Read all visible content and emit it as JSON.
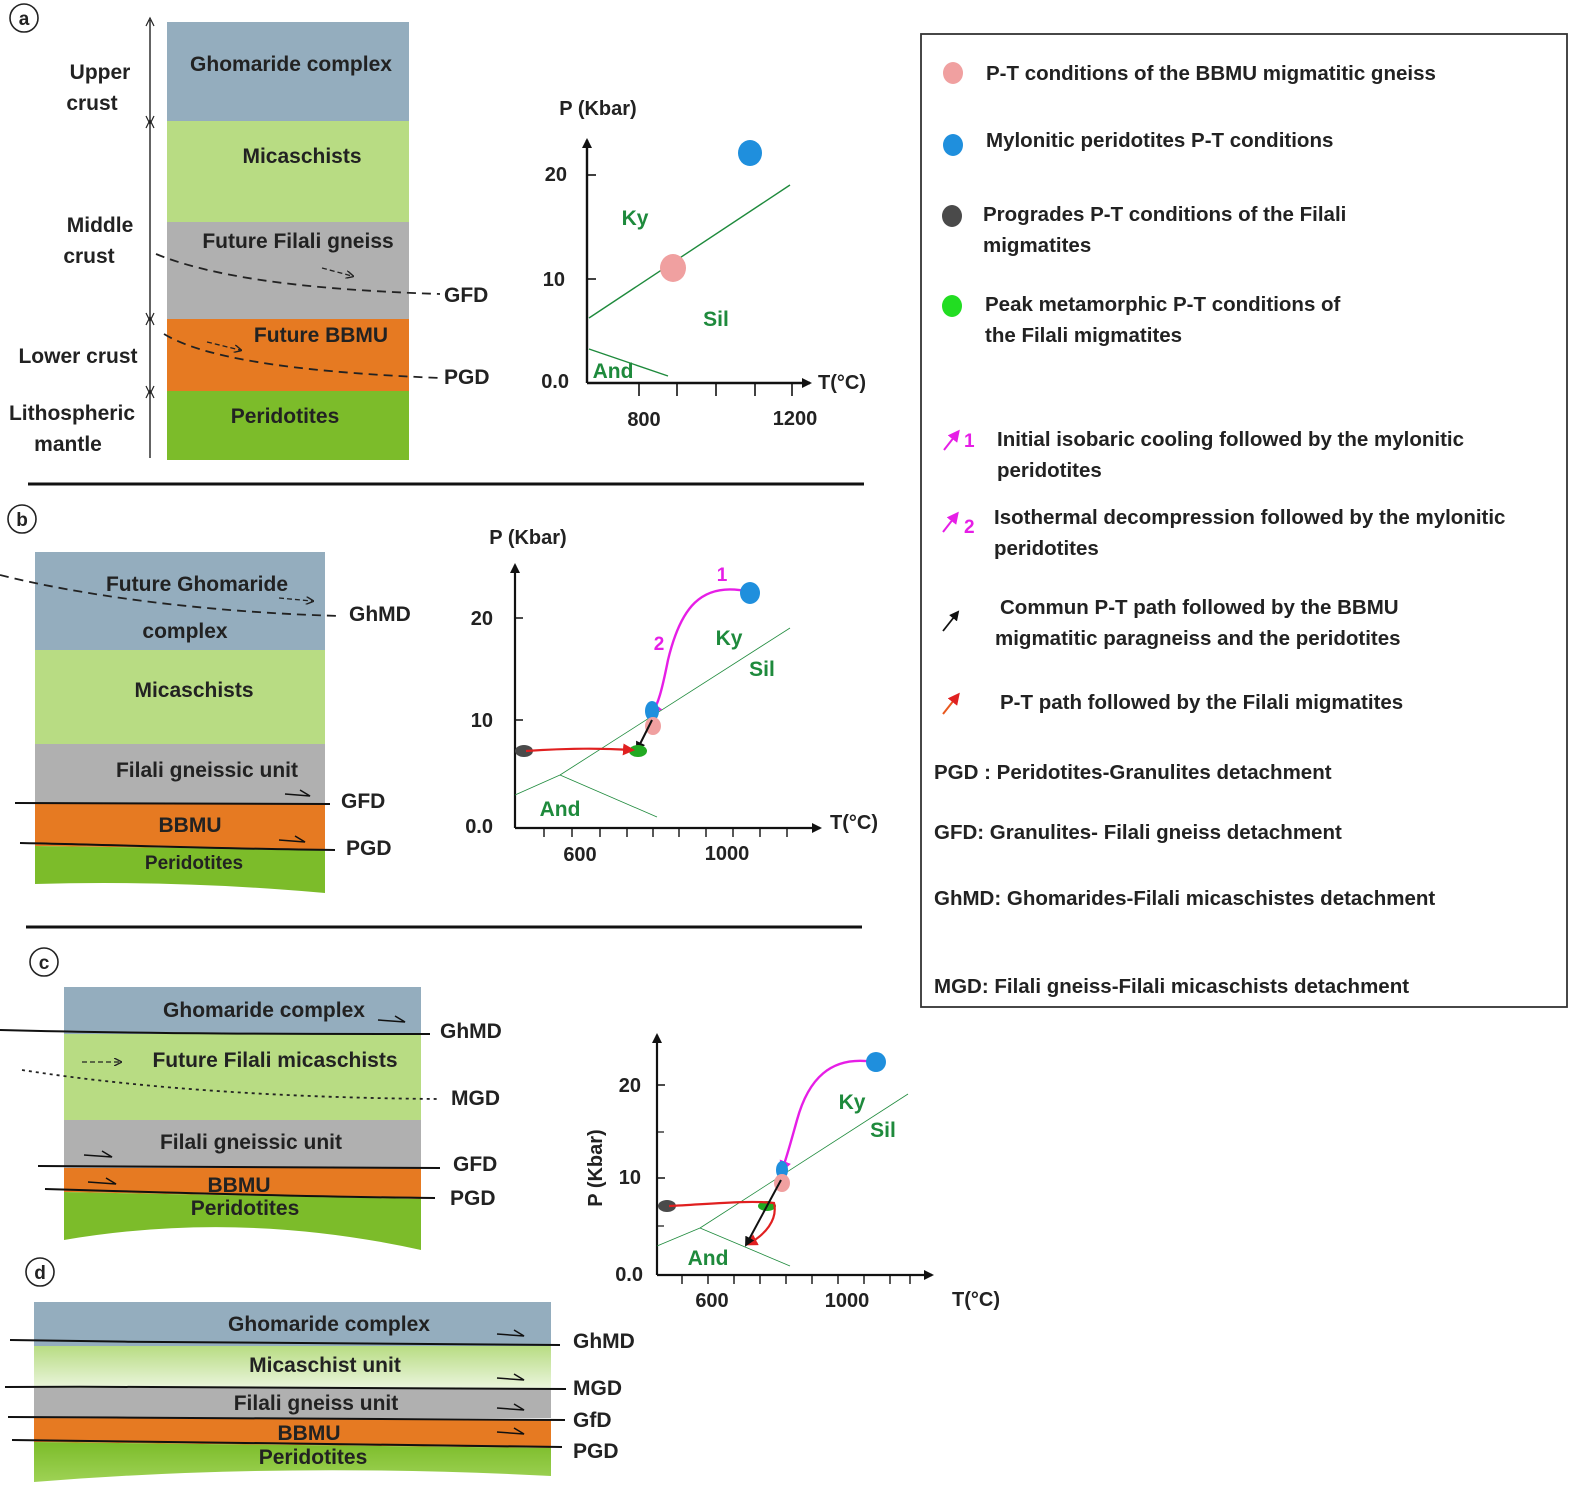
{
  "colors": {
    "ghomaride": "#94adbe",
    "micaschist": "#b8dc83",
    "gneiss": "#b0b0b0",
    "bbmu": "#e67a22",
    "peridotite": "#7cbc2a",
    "bbmu_point": "#f0a0a0",
    "mylonitic_point": "#1f8fdd",
    "prograde_point": "#4a4a4a",
    "peak_point": "#22dd22",
    "path_magenta": "#e61ee6",
    "path_red": "#e02020",
    "phase_line": "#1e8a3c"
  },
  "panels": {
    "a": {
      "tag": "a",
      "crust_labels": {
        "upper": [
          "Upper",
          "crust"
        ],
        "middle": [
          "Middle",
          "crust"
        ],
        "lower": "Lower crust",
        "mantle": [
          "Lithospheric",
          "mantle"
        ]
      },
      "units": [
        "Ghomaride complex",
        "Micaschists",
        "Future Filali gneiss",
        "Future BBMU",
        "Peridotites"
      ],
      "detachments": [
        "GFD",
        "PGD"
      ],
      "chart": {
        "ylabel": "P (Kbar)",
        "xlabel": "T(°C)",
        "yticks": [
          "20",
          "10",
          "0.0"
        ],
        "xticks": [
          "800",
          "1200"
        ],
        "fields": [
          "Ky",
          "Sil",
          "And"
        ]
      }
    },
    "b": {
      "tag": "b",
      "units": [
        "Future Ghomaride",
        "complex",
        "Micaschists",
        "Filali gneissic unit",
        "BBMU",
        "Peridotites"
      ],
      "detachments": [
        "GhMD",
        "GFD",
        "PGD"
      ],
      "chart": {
        "ylabel": "P (Kbar)",
        "xlabel": "T(°C)",
        "yticks": [
          "20",
          "10",
          "0.0"
        ],
        "xticks": [
          "600",
          "1000"
        ],
        "fields": [
          "Ky",
          "Sil",
          "And"
        ],
        "path_numbers": [
          "1",
          "2"
        ]
      }
    },
    "c": {
      "tag": "c",
      "units": [
        "Ghomaride complex",
        "Future Filali micaschists",
        "Filali gneissic unit",
        "BBMU",
        "Peridotites"
      ],
      "detachments": [
        "GhMD",
        "MGD",
        "GFD",
        "PGD"
      ],
      "chart": {
        "ylabel": "P (Kbar)",
        "xlabel": "T(°C)",
        "yticks": [
          "20",
          "10",
          "0.0"
        ],
        "xticks": [
          "600",
          "1000"
        ],
        "fields": [
          "Ky",
          "Sil",
          "And"
        ]
      }
    },
    "d": {
      "tag": "d",
      "units": [
        "Ghomaride complex",
        "Micaschist unit",
        "Filali gneiss unit",
        "BBMU",
        "Peridotites"
      ],
      "detachments": [
        "GhMD",
        "MGD",
        "GfD",
        "PGD"
      ]
    }
  },
  "legend": {
    "points": [
      {
        "text": [
          "P-T conditions of the BBMU migmatitic gneiss"
        ]
      },
      {
        "text": [
          "Mylonitic peridotites P-T conditions"
        ]
      },
      {
        "text": [
          "Progrades P-T conditions of the Filali",
          "migmatites"
        ]
      },
      {
        "text": [
          "Peak metamorphic P-T conditions of",
          "the Filali migmatites"
        ]
      }
    ],
    "paths": [
      {
        "num": "1",
        "text": [
          "Initial isobaric cooling followed by the mylonitic",
          "peridotites"
        ]
      },
      {
        "num": "2",
        "text": [
          "Isothermal decompression followed by the mylonitic",
          "peridotites"
        ]
      },
      {
        "num": "",
        "text": [
          "Commun P-T path followed by the BBMU",
          "migmatitic paragneiss and the peridotites"
        ]
      },
      {
        "num": "",
        "text": [
          "P-T path followed by the Filali migmatites"
        ]
      }
    ],
    "abbreviations": [
      "PGD :  Peridotites-Granulites detachment",
      "GFD:  Granulites- Filali gneiss detachment",
      "GhMD:  Ghomarides-Filali micaschistes  detachment",
      "MGD: Filali gneiss-Filali micaschists  detachment"
    ]
  }
}
